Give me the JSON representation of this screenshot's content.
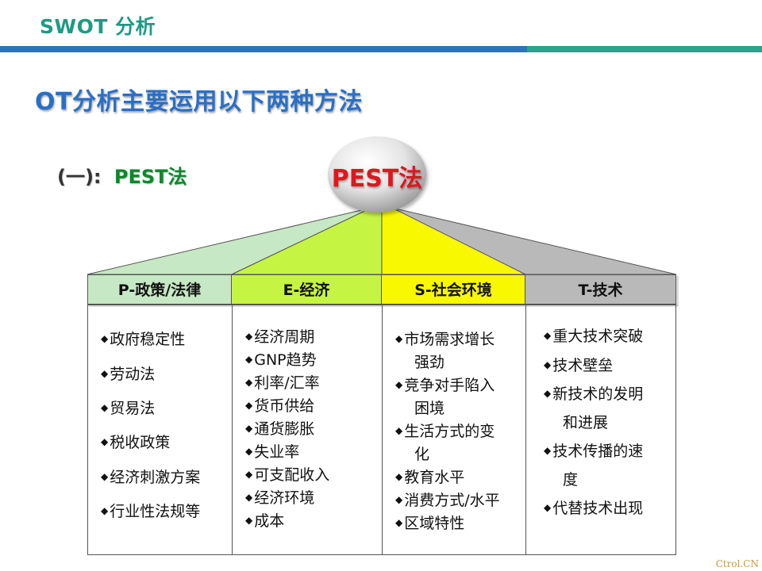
{
  "header": {
    "title": "SWOT 分析"
  },
  "slide": {
    "title": "OT分析主要运用以下两种方法",
    "subhead_num": "(一):",
    "subhead_label": "PEST法"
  },
  "ball": {
    "label": "PEST法"
  },
  "colors": {
    "p": "#c6e8c4",
    "e": "#c6f442",
    "s": "#f8f800",
    "t": "#b9b9b9",
    "title": "#2a6fc6",
    "header": "#1e9a86"
  },
  "columns": [
    {
      "header": "P-政策/法律",
      "items": [
        "政府稳定性",
        "劳动法",
        "贸易法",
        "税收政策",
        "经济刺激方案",
        "行业性法规等"
      ]
    },
    {
      "header": "E-经济",
      "items": [
        "经济周期",
        "GNP趋势",
        "利率/汇率",
        "货币供给",
        "通货膨胀",
        "失业率",
        "可支配收入",
        "经济环境",
        "成本"
      ]
    },
    {
      "header": "S-社会环境",
      "items": [
        "市场需求增长",
        "强劲",
        "竞争对手陷入",
        "困境",
        "生活方式的变",
        "化",
        "教育水平",
        "消费方式/水平",
        "区域特性"
      ]
    },
    {
      "header": "T-技术",
      "items": [
        "重大技术突破",
        "技术壁垒",
        "新技术的发明",
        "和进展",
        "技术传播的速",
        "度",
        "代替技术出现"
      ]
    }
  ],
  "watermark": "Ctrol.CN"
}
